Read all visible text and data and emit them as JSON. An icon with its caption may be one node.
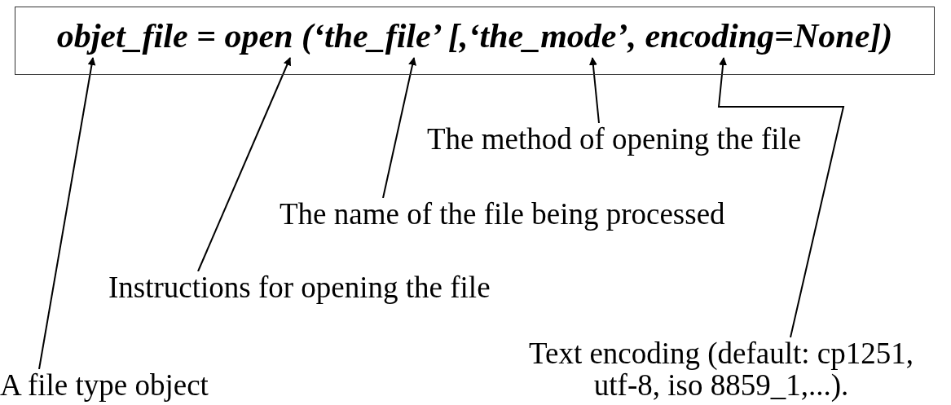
{
  "diagram": {
    "nodes": [
      {
        "text": [
          "objet_file = open (‘the_file’ [,‘the_mode’, encoding=None])"
        ]
      },
      {
        "text": [
          "The method of opening the file"
        ]
      },
      {
        "text": [
          "The name of the file being processed"
        ]
      },
      {
        "text": [
          "Instructions for opening the file"
        ]
      },
      {
        "text": [
          "Text encoding (default: cp1251, utf-8, iso 8859_1,...)."
        ]
      },
      {
        "text": [
          "A file type object"
        ]
      }
    ],
    "edges": [
      {
        "from": 5,
        "to": 0,
        "arrow": "to"
      },
      {
        "from": 3,
        "to": 0,
        "arrow": "to"
      },
      {
        "from": 2,
        "to": 0,
        "arrow": "to"
      },
      {
        "from": 1,
        "to": 0,
        "arrow": "to"
      },
      {
        "from": 4,
        "to": 0,
        "arrow": "to"
      }
    ]
  }
}
